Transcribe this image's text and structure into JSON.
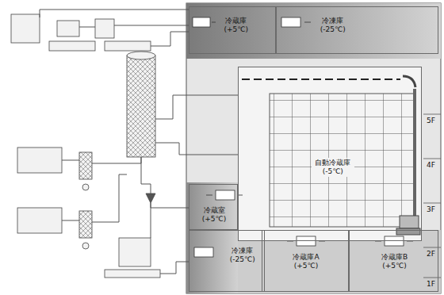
{
  "diagram": {
    "nodes": [
      {
        "text": [
          "冷蔵庫 (+5℃)"
        ]
      },
      {
        "text": [
          "冷凍庫 (-25℃)"
        ]
      },
      {
        "text": [
          "自動冷蔵庫 (-5℃)"
        ]
      },
      {
        "text": [
          "冷蔵室 (+5℃)"
        ]
      },
      {
        "text": [
          "冷凍庫 (-25℃)"
        ]
      },
      {
        "text": [
          "冷蔵庫A (+5℃)"
        ]
      },
      {
        "text": [
          "冷蔵庫B (+5℃)"
        ]
      }
    ],
    "labels": [
      "5F",
      "4F",
      "3F",
      "2F",
      "1F"
    ]
  }
}
